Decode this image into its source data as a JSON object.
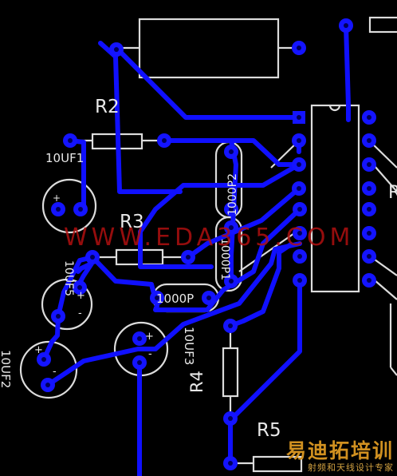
{
  "components": {
    "r2": "R2",
    "r3": "R3",
    "r4": "R4",
    "r5": "R5",
    "c_10uf1": "10UF1",
    "c_10uf2": "10UF2",
    "c_10uf3": "10UF3",
    "c_10uf5": "10UF5",
    "c_1000p": "1000P",
    "c_1000p1": "1000P1",
    "c_1000p2": "1000P2"
  },
  "polarity": {
    "plus": "+",
    "minus": "-"
  },
  "watermark": "WWW.EDA365.COM",
  "logo": {
    "title": "易迪拓培训",
    "subtitle": "射频和天线设计专家"
  },
  "colors": {
    "background": "#000000",
    "copper": "#1010ff",
    "silkscreen": "#dcdcdc",
    "watermark": "#b01010",
    "logo": "#d09020"
  }
}
